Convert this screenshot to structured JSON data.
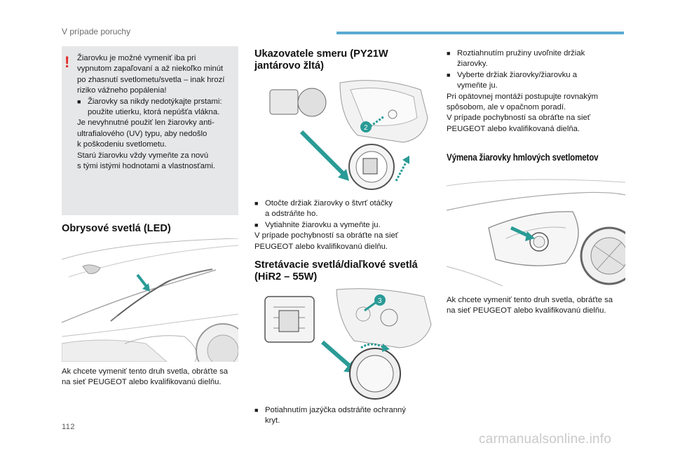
{
  "header": {
    "section_title": "V prípade poruchy"
  },
  "colors": {
    "accent": "#59a9d2",
    "warning": "#e32a2a",
    "teal_arrow": "#2a9b96",
    "warn_box_bg": "#e6e7e8"
  },
  "warning_box": {
    "icon": "!",
    "lines": [
      "Žiarovku je možné vymeniť iba pri",
      "vypnutom zapaľovaní a až niekoľko minút",
      "po zhasnutí svetlometu/svetla – inak hrozí",
      "riziko vážneho popálenia!"
    ],
    "bullet_line1": "Žiarovky sa nikdy nedotýkajte prstami:",
    "bullet_line2": "použite utierku, ktorá nepúšťa vlákna.",
    "lines2": [
      "Je nevyhnutné použiť len žiarovky anti-",
      "ultrafialového (UV) typu, aby nedošlo",
      "k poškodeniu svetlometu.",
      "Starú žiarovku vždy vymeňte za novú",
      "s tými istými hodnotami a vlastnosťami."
    ]
  },
  "obrysove": {
    "heading": "Obrysové svetlá (LED)",
    "caption_line1": "Ak chcete vymeniť tento druh svetla, obráťte sa",
    "caption_line2": "na sieť PEUGEOT alebo kvalifikovanú dielňu."
  },
  "ukazovatele": {
    "heading_line1": "Ukazovatele smeru (PY21W",
    "heading_line2": "jantárovo žltá)",
    "callout_number": "2",
    "bullet1_line1": "Otočte držiak žiarovky o štvrť otáčky",
    "bullet1_line2": "a odstráňte ho.",
    "bullet2": "Vytiahnite žiarovku a vymeňte ju.",
    "note_line1": "V prípade pochybností sa obráťte na sieť",
    "note_line2": "PEUGEOT alebo kvalifikovanú dielňu."
  },
  "stretavacie": {
    "heading_line1": "Stretávacie svetlá/diaľkové svetlá",
    "heading_line2": "(HiR2 – 55W)",
    "callout_number": "3",
    "bullet1_line1": "Potiahnutím jazýčka odstráňte ochranný",
    "bullet1_line2": "kryt."
  },
  "right_column": {
    "bullet1_line1": "Roztiahnutím pružiny uvoľnite držiak",
    "bullet1_line2": "žiarovky.",
    "bullet2_line1": "Vyberte držiak žiarovky/žiarovku a",
    "bullet2_line2": "vymeňte ju.",
    "lines": [
      "Pri opätovnej montáži postupujte rovnakým",
      "spôsobom, ale v opačnom poradí.",
      "V prípade pochybností sa obráťte na sieť",
      "PEUGEOT alebo kvalifikovaná dielňa."
    ]
  },
  "hmlove": {
    "heading": "Výmena žiarovky hmlových svetlometov",
    "caption_line1": "Ak chcete vymeniť tento druh svetla, obráťte sa",
    "caption_line2": "na sieť PEUGEOT alebo kvalifikovanú dielňu."
  },
  "bullet_glyph": "",
  "footer": {
    "page_number": "112",
    "watermark": "carmanualsonline.info"
  }
}
